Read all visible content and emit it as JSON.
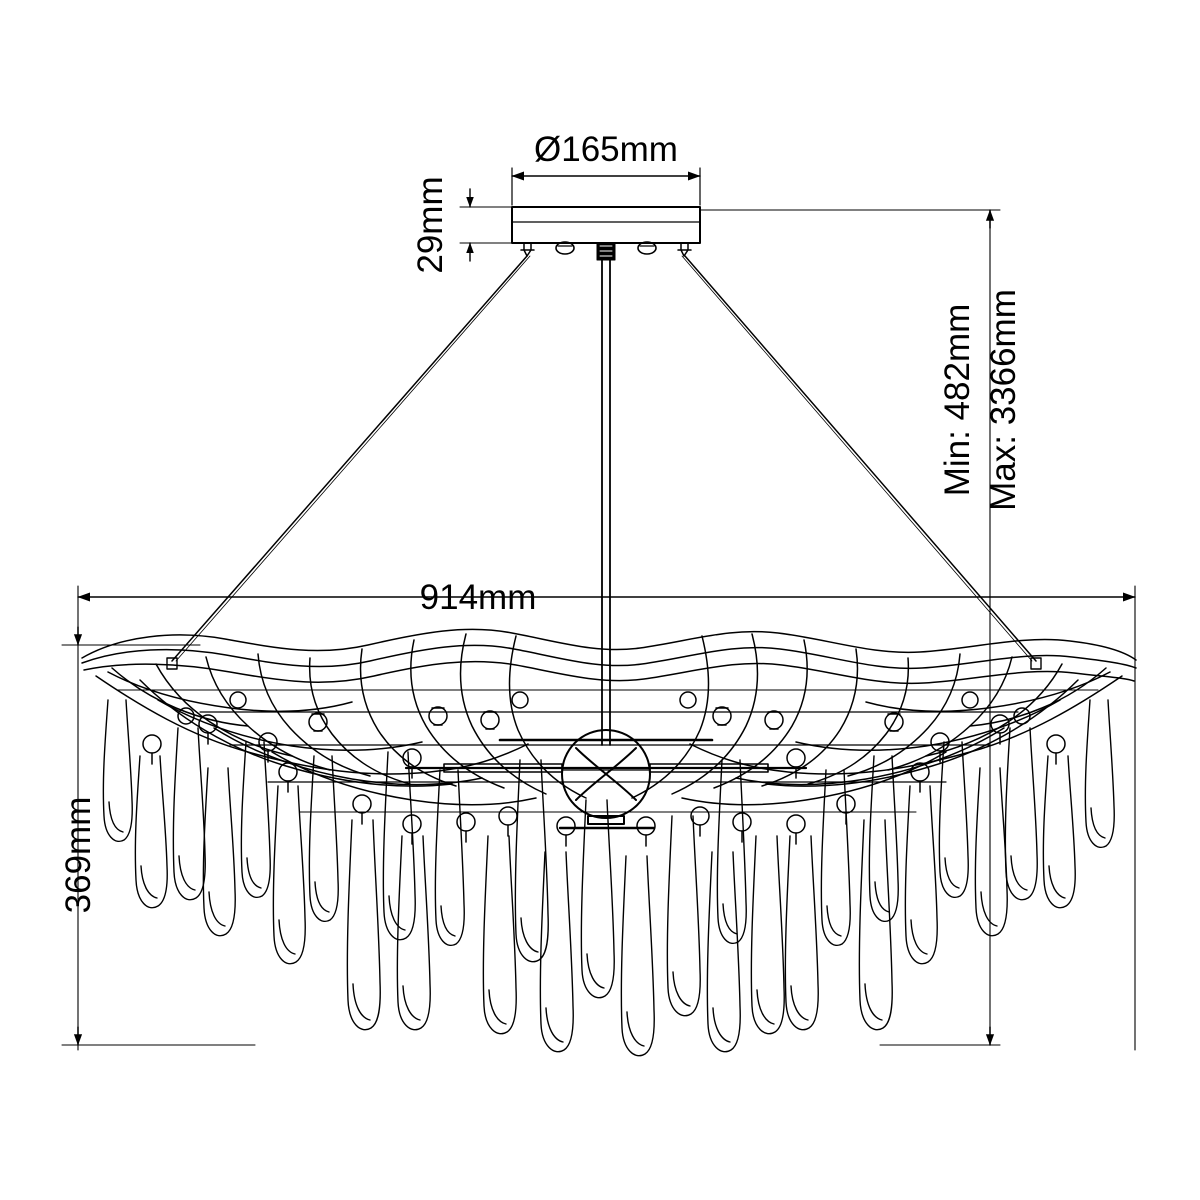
{
  "drawing": {
    "type": "technical-dimension-drawing",
    "subject": "linear-pendant-chandelier-with-mesh-net-and-teardrop-crystals",
    "units": "mm",
    "line_color": "#000000",
    "background_color": "#ffffff"
  },
  "dimensions": {
    "canopy_diameter": "Ø165mm",
    "canopy_height": "29mm",
    "fixture_width": "914mm",
    "fixture_body_height": "369mm",
    "drop_min": "Min: 482mm",
    "drop_max": "Max: 3366mm"
  },
  "chart_data": {
    "type": "table",
    "title": "Chandelier dimensions",
    "categories": [
      "Canopy diameter",
      "Canopy height",
      "Overall width",
      "Body height",
      "Minimum drop",
      "Maximum drop"
    ],
    "values": [
      165,
      29,
      914,
      369,
      482,
      3366
    ],
    "labels": [
      "Ø165mm",
      "29mm",
      "914mm",
      "369mm",
      "Min: 482mm",
      "Max: 3366mm"
    ],
    "xlabel": "",
    "ylabel": "mm"
  },
  "parts": {
    "canopy": "ceiling-canopy-plate",
    "stem": "center-support-rod",
    "cables": "suspension-cables",
    "mesh": "wire-mesh-net-body",
    "hub": "center-sphere-hub",
    "crystals": "teardrop-crystal-drops"
  }
}
